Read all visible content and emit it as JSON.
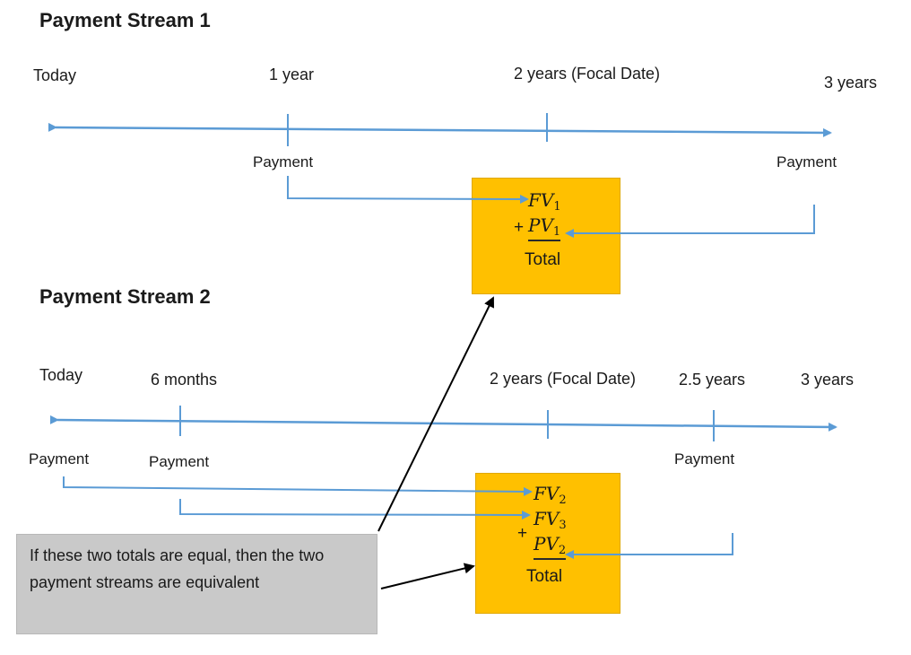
{
  "stream1": {
    "title": "Payment Stream 1",
    "timeline": {
      "today": "Today",
      "one_year": "1 year",
      "focal": "2 years (Focal Date)",
      "three_years": "3 years"
    },
    "payments": {
      "p1": "Payment",
      "p2": "Payment"
    },
    "box": {
      "fv": "FV",
      "fv_sub": "1",
      "plus": "+",
      "pv": "PV",
      "pv_sub": "1",
      "total": "Total"
    }
  },
  "stream2": {
    "title": "Payment Stream 2",
    "timeline": {
      "today": "Today",
      "six_months": "6 months",
      "focal": "2 years (Focal Date)",
      "two_half": "2.5 years",
      "three_years": "3 years"
    },
    "payments": {
      "p1": "Payment",
      "p2": "Payment",
      "p3": "Payment"
    },
    "box": {
      "fv_a": "FV",
      "fv_a_sub": "2",
      "plus": "+",
      "fv_b": "FV",
      "fv_b_sub": "3",
      "pv": "PV",
      "pv_sub": "2",
      "total": "Total"
    }
  },
  "note": {
    "text": "If these two totals are equal, then the two payment streams are equivalent"
  },
  "colors": {
    "timeline": "#5b9bd5",
    "box": "#ffc000",
    "note": "#c9c9c9",
    "pointer": "#000000"
  }
}
